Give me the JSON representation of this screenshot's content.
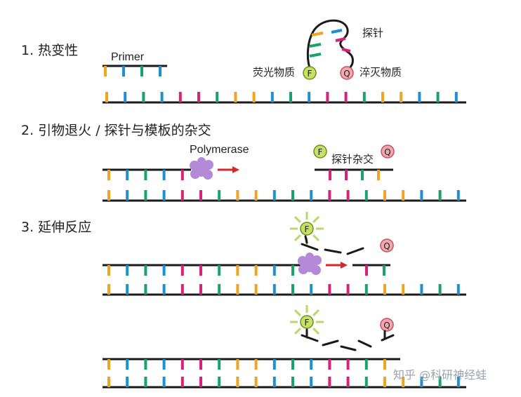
{
  "steps": {
    "step1": "1.  热变性",
    "step2": "2.  引物退火 / 探针与模板的杂交",
    "step3": "3.  延伸反应"
  },
  "labels": {
    "primer": "Primer",
    "probe": "探针",
    "fluor": "荧光物质",
    "quencher": "淬灭物质",
    "polymerase": "Polymerase",
    "probe_hyb": "探针杂交"
  },
  "markers": {
    "f": "F",
    "q": "Q"
  },
  "watermark": "知乎 @科研神经蛙",
  "colors": {
    "orange": "#f0a521",
    "blue": "#1e90d0",
    "green": "#19a36a",
    "magenta": "#d6237a",
    "strand": "#1a1a1a",
    "polymerase": "#b48ad6",
    "arrow": "#d8262e",
    "fluor_fill": "#c6e06a",
    "quench_fill": "#f2a7b2"
  },
  "icons": {
    "fluor": "fluorophore-circle-icon",
    "quencher": "quencher-circle-icon",
    "enzyme": "polymerase-blob-icon"
  }
}
